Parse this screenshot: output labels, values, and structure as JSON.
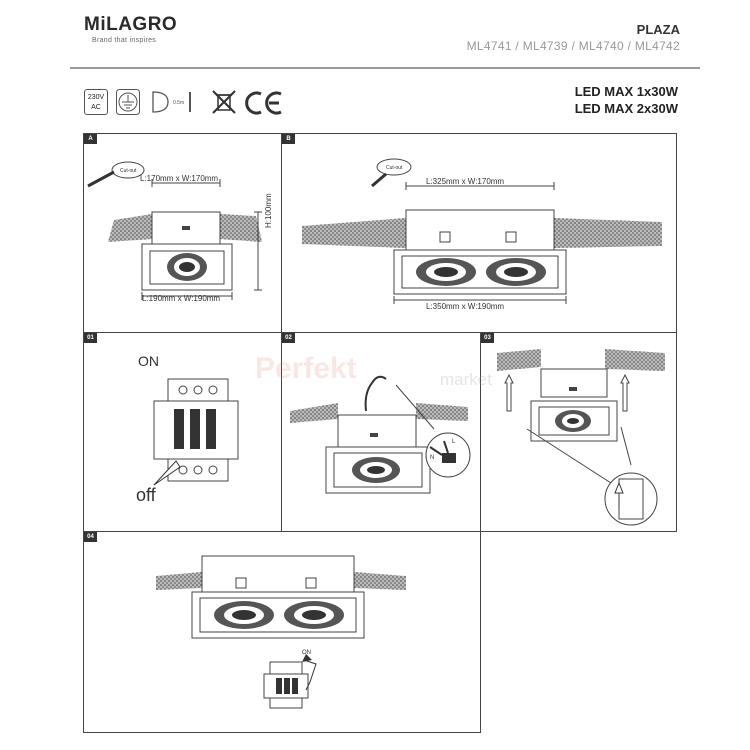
{
  "header": {
    "brand": "MiLAGRO",
    "tagline": "Brand that inspires",
    "product": "PLAZA",
    "models": "ML4741 / ML4739 / ML4740 / ML4742",
    "led_lines": [
      "LED MAX 1x30W",
      "LED MAX 2x30W"
    ]
  },
  "symbols": {
    "voltage": [
      "230V",
      "AC"
    ],
    "distance": "0.5m",
    "icons": [
      "class-1-earth-icon",
      "dimmable-icon",
      "distance-icon",
      "no-dispose-bin-icon",
      "ce-mark-icon"
    ]
  },
  "watermark": {
    "main": "Perfekt",
    "sub": "market"
  },
  "panels": {
    "A": {
      "tag": "A",
      "cutout_label": "Cut-out",
      "cutout_dim": "L:170mm x W:170mm",
      "height_dim": "H:100mm",
      "outer_dim": "L:190mm x W:190mm"
    },
    "B": {
      "tag": "B",
      "cutout_label": "Cut-out",
      "cutout_dim": "L:325mm x W:170mm",
      "outer_dim": "L:350mm x W:190mm"
    },
    "s01": {
      "tag": "01",
      "on": "ON",
      "off": "off"
    },
    "s02": {
      "tag": "02",
      "n": "N",
      "l": "L"
    },
    "s03": {
      "tag": "03"
    },
    "s04": {
      "tag": "04",
      "on": "ON"
    }
  }
}
